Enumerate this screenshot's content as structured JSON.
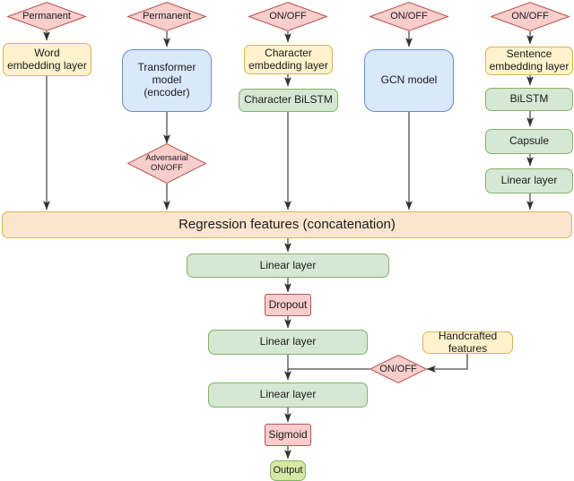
{
  "diagram": {
    "title": "Neural regression model architecture flowchart",
    "colors": {
      "yellow_fill": "#fff2cc",
      "yellow_stroke": "#d6b656",
      "green_fill": "#d5e8d4",
      "green_stroke": "#82b366",
      "blue_fill": "#dae8fc",
      "blue_stroke": "#6c8ebf",
      "red_fill": "#f8cecc",
      "red_stroke": "#b85450",
      "orange_fill": "#fce5cd",
      "lime_fill": "#d5e8a4",
      "edge_stroke": "#4d4d4d"
    },
    "nodes": {
      "gate_word": "Permanent",
      "gate_transformer": "Permanent",
      "gate_character": "ON/OFF",
      "gate_gcn": "ON/OFF",
      "gate_sentence": "ON/OFF",
      "word_embedding": "Word embedding layer",
      "transformer_model": "Transformer model (encoder)",
      "transformer_model_line1": "Transformer model",
      "transformer_model_line2": "(encoder)",
      "character_embedding": "Character embedding layer",
      "character_bilstm": "Character BiLSTM",
      "gcn_model": "GCN model",
      "sentence_embedding": "Sentence embedding layer",
      "bilstm": "BiLSTM",
      "capsule": "Capsule",
      "sentence_linear": "Linear layer",
      "adversarial_gate_line1": "Adversarial",
      "adversarial_gate_line2": "ON/OFF",
      "regression_features": "Regression features (concatenation)",
      "linear_layer_1": "Linear layer",
      "dropout": "Dropout",
      "linear_layer_2": "Linear layer",
      "handcrafted_features": "Handcrafted features",
      "handcrafted_gate": "ON/OFF",
      "linear_layer_3": "Linear layer",
      "sigmoid": "Sigmoid",
      "output": "Output"
    }
  }
}
